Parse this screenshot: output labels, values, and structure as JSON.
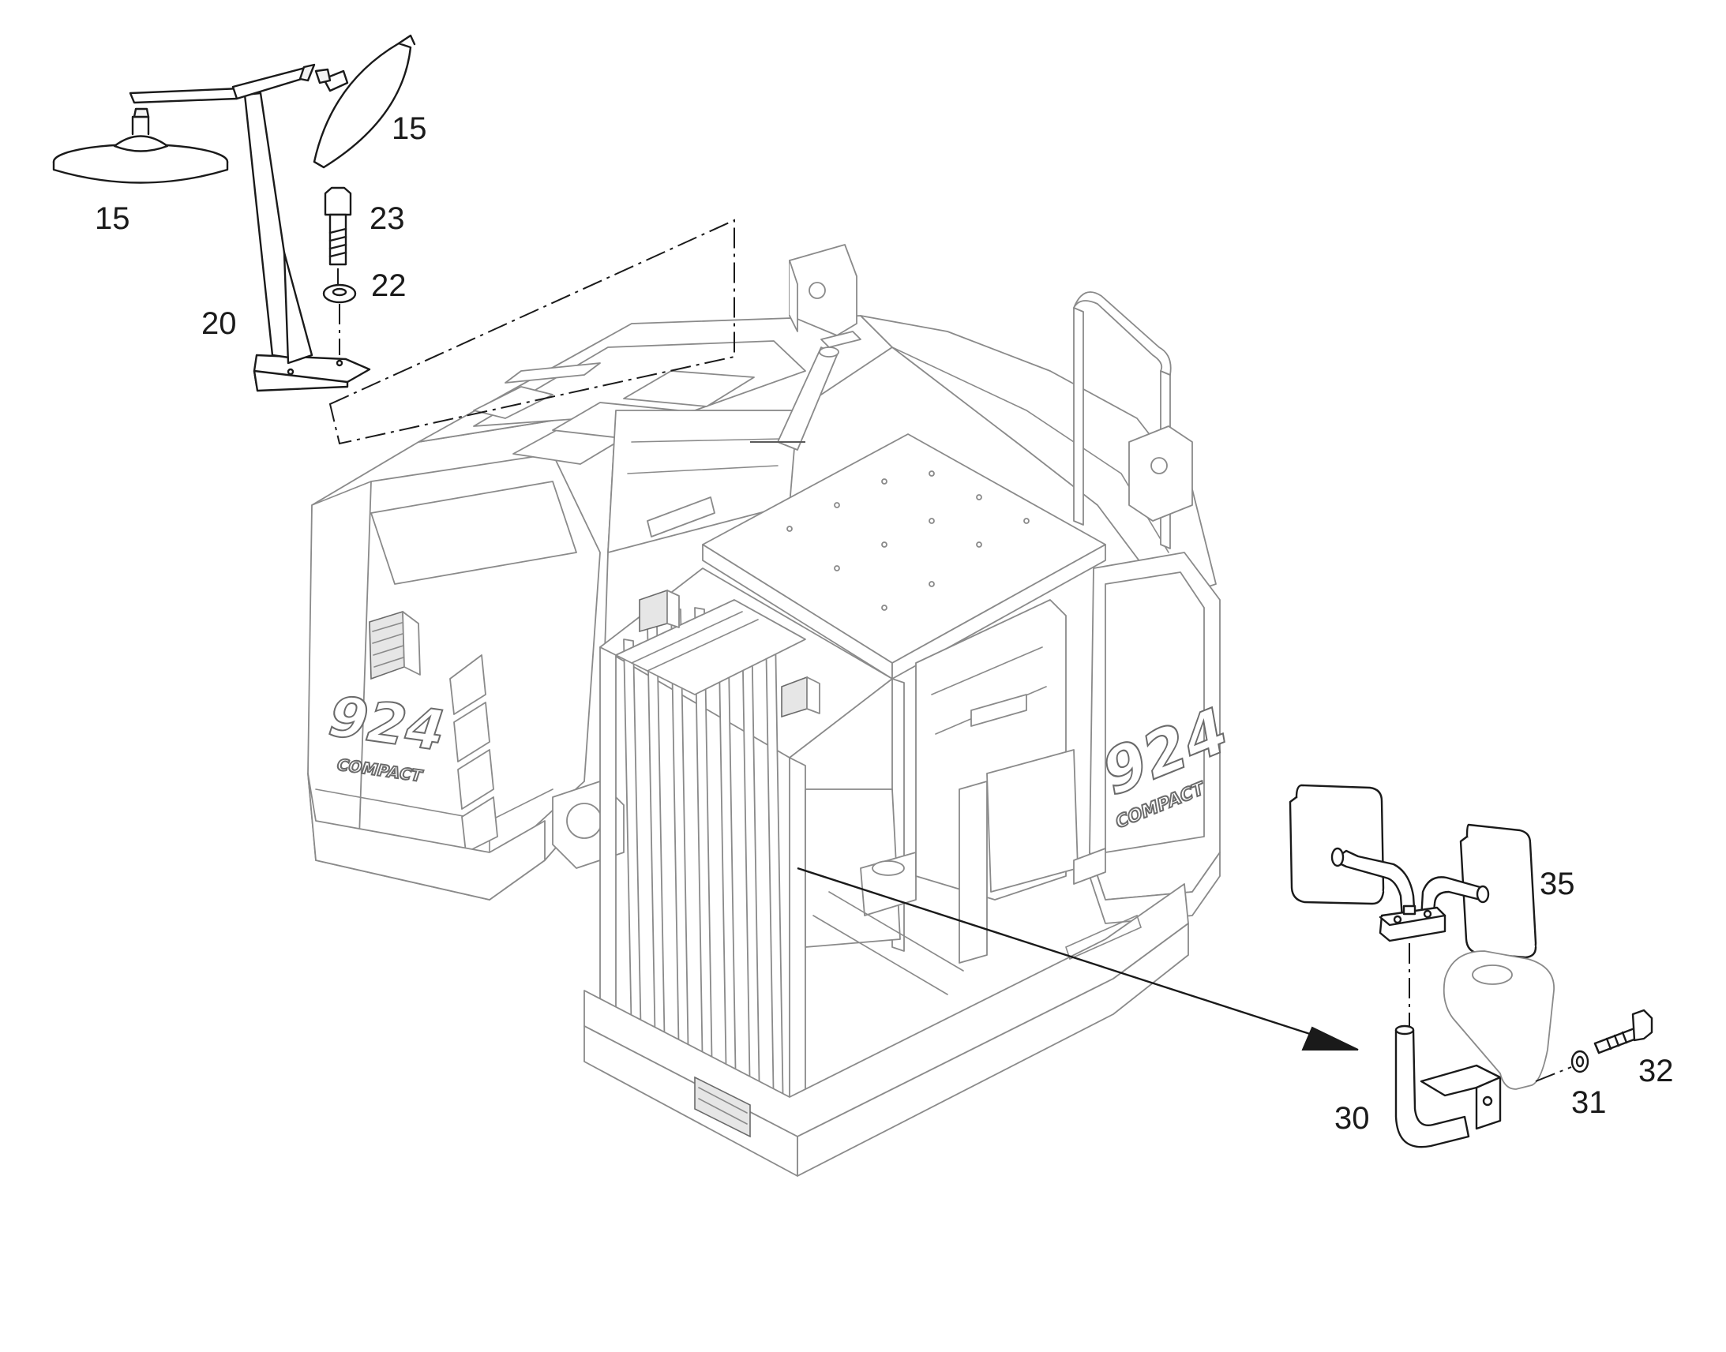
{
  "callouts": {
    "c15a": "15",
    "c15b": "15",
    "c23": "23",
    "c22": "22",
    "c20": "20",
    "c35": "35",
    "c30": "30",
    "c31": "31",
    "c32": "32"
  },
  "machine_marking": {
    "model": "924",
    "variant": "COMPACT"
  },
  "colors": {
    "line": "#1a1a1a",
    "machine": "#8a8a8a",
    "background": "#ffffff"
  }
}
